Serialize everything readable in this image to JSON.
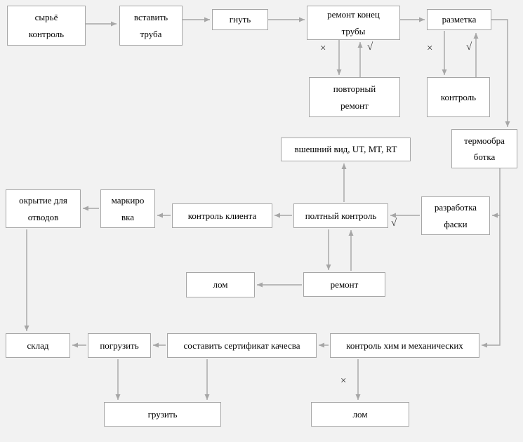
{
  "colors": {
    "background": "#f2f2f2",
    "box_background": "#ffffff",
    "box_border": "#a6a6a6",
    "arrow": "#a6a6a6",
    "text": "#000000"
  },
  "nodes": {
    "raw_material_control": "сырьё\nконтроль",
    "insert_pipe": "вставить\nтруба",
    "bend": "гнуть",
    "repair_pipe_end": "ремонт конец\nтрубы",
    "marking_out": "разметка",
    "repeat_repair": "повторный\nремонт",
    "control": "контроль",
    "heat_treatment": "термообра\nботка",
    "visual_ut_mt_rt": "вшешний вид, UT, MT, RT",
    "bevel_development": "разработка\nфаски",
    "full_control": "полтный контроль",
    "client_control": "контроль клиента",
    "marking": "маркиро\nвка",
    "coating_for_bends": "окрытие для\nотводов",
    "scrap_1": "лом",
    "repair": "ремонт",
    "warehouse": "склад",
    "load": "погрузить",
    "make_quality_certificate": "составить сертификат качесва",
    "chem_mech_control": "контроль хим и механических",
    "ship": "грузить",
    "scrap_2": "лом"
  },
  "marks": {
    "fail_1": "×",
    "pass_1": "√",
    "fail_2": "×",
    "pass_2": "√",
    "pass_3": "√",
    "fail_3": "×"
  }
}
